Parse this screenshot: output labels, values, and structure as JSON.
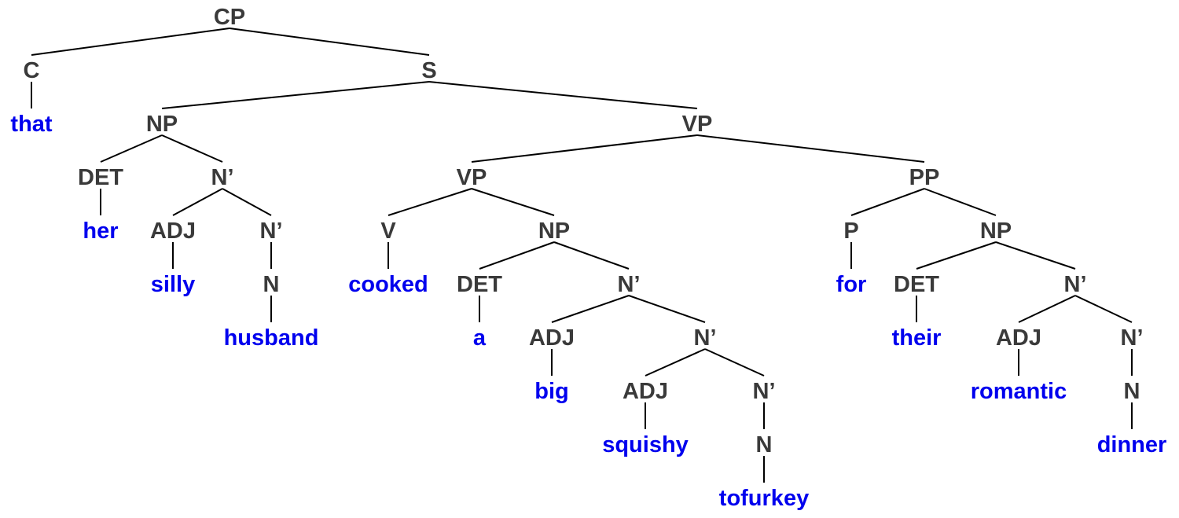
{
  "tree": {
    "category": "CP",
    "children": [
      {
        "category": "C",
        "children": [
          {
            "word": "that"
          }
        ]
      },
      {
        "category": "S",
        "children": [
          {
            "category": "NP",
            "children": [
              {
                "category": "DET",
                "children": [
                  {
                    "word": "her"
                  }
                ]
              },
              {
                "category": "N’",
                "children": [
                  {
                    "category": "ADJ",
                    "children": [
                      {
                        "word": "silly"
                      }
                    ]
                  },
                  {
                    "category": "N’",
                    "children": [
                      {
                        "category": "N",
                        "children": [
                          {
                            "word": "husband"
                          }
                        ]
                      }
                    ]
                  }
                ]
              }
            ]
          },
          {
            "category": "VP",
            "children": [
              {
                "category": "VP",
                "children": [
                  {
                    "category": "V",
                    "children": [
                      {
                        "word": "cooked"
                      }
                    ]
                  },
                  {
                    "category": "NP",
                    "children": [
                      {
                        "category": "DET",
                        "children": [
                          {
                            "word": "a"
                          }
                        ]
                      },
                      {
                        "category": "N’",
                        "children": [
                          {
                            "category": "ADJ",
                            "children": [
                              {
                                "word": "big"
                              }
                            ]
                          },
                          {
                            "category": "N’",
                            "children": [
                              {
                                "category": "ADJ",
                                "children": [
                                  {
                                    "word": "squishy"
                                  }
                                ]
                              },
                              {
                                "category": "N’",
                                "children": [
                                  {
                                    "category": "N",
                                    "children": [
                                      {
                                        "word": "tofurkey"
                                      }
                                    ]
                                  }
                                ]
                              }
                            ]
                          }
                        ]
                      }
                    ]
                  }
                ]
              },
              {
                "category": "PP",
                "children": [
                  {
                    "category": "P",
                    "children": [
                      {
                        "word": "for"
                      }
                    ]
                  },
                  {
                    "category": "NP",
                    "children": [
                      {
                        "category": "DET",
                        "children": [
                          {
                            "word": "their"
                          }
                        ]
                      },
                      {
                        "category": "N’",
                        "children": [
                          {
                            "category": "ADJ",
                            "children": [
                              {
                                "word": "romantic"
                              }
                            ]
                          },
                          {
                            "category": "N’",
                            "children": [
                              {
                                "category": "N",
                                "children": [
                                  {
                                    "word": "dinner"
                                  }
                                ]
                              }
                            ]
                          }
                        ]
                      }
                    ]
                  }
                ]
              }
            ]
          }
        ]
      }
    ]
  },
  "colors": {
    "category": "#3a3a3a",
    "word": "#0000ee",
    "branch": "#000000"
  }
}
